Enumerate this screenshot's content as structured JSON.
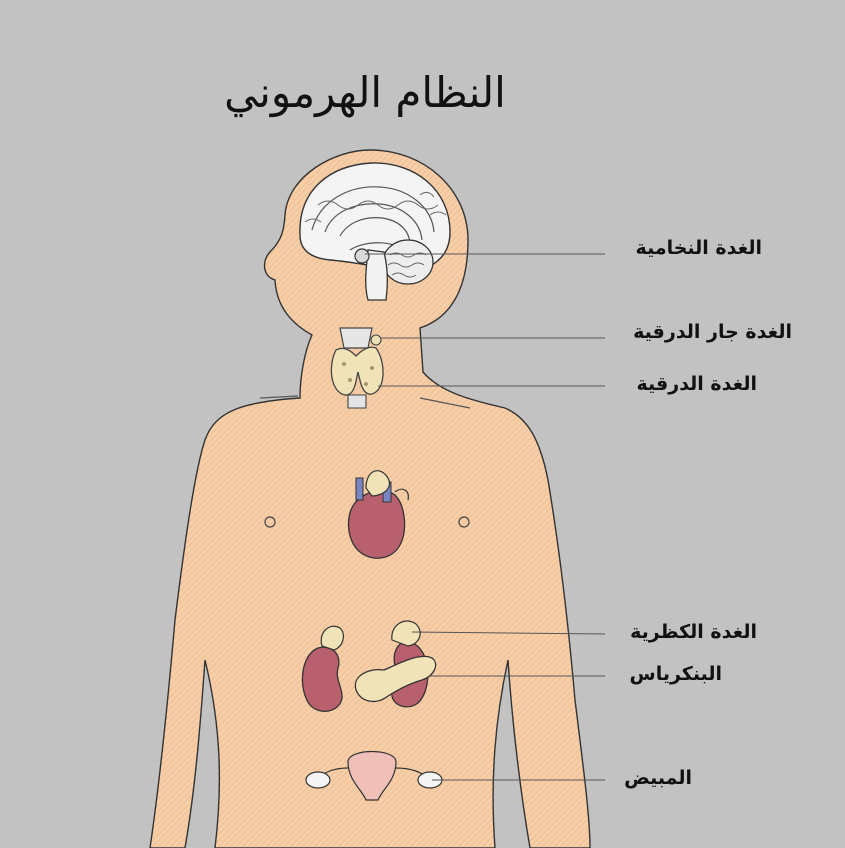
{
  "title": "النظام الهرموني",
  "labels": {
    "pituitary": "الغدة النخامية",
    "parathyroid": "الغدة جار الدرقية",
    "thyroid": "الغدة الدرقية",
    "adrenal": "الغدة الكظرية",
    "pancreas": "البنكرياس",
    "ovary": "المبيض"
  },
  "colors": {
    "background": "#c2c2c2",
    "skin": "#f6cfa8",
    "organ": "#b9606e",
    "gland": "#f1e3b8",
    "vessel": "#7a86c4"
  }
}
